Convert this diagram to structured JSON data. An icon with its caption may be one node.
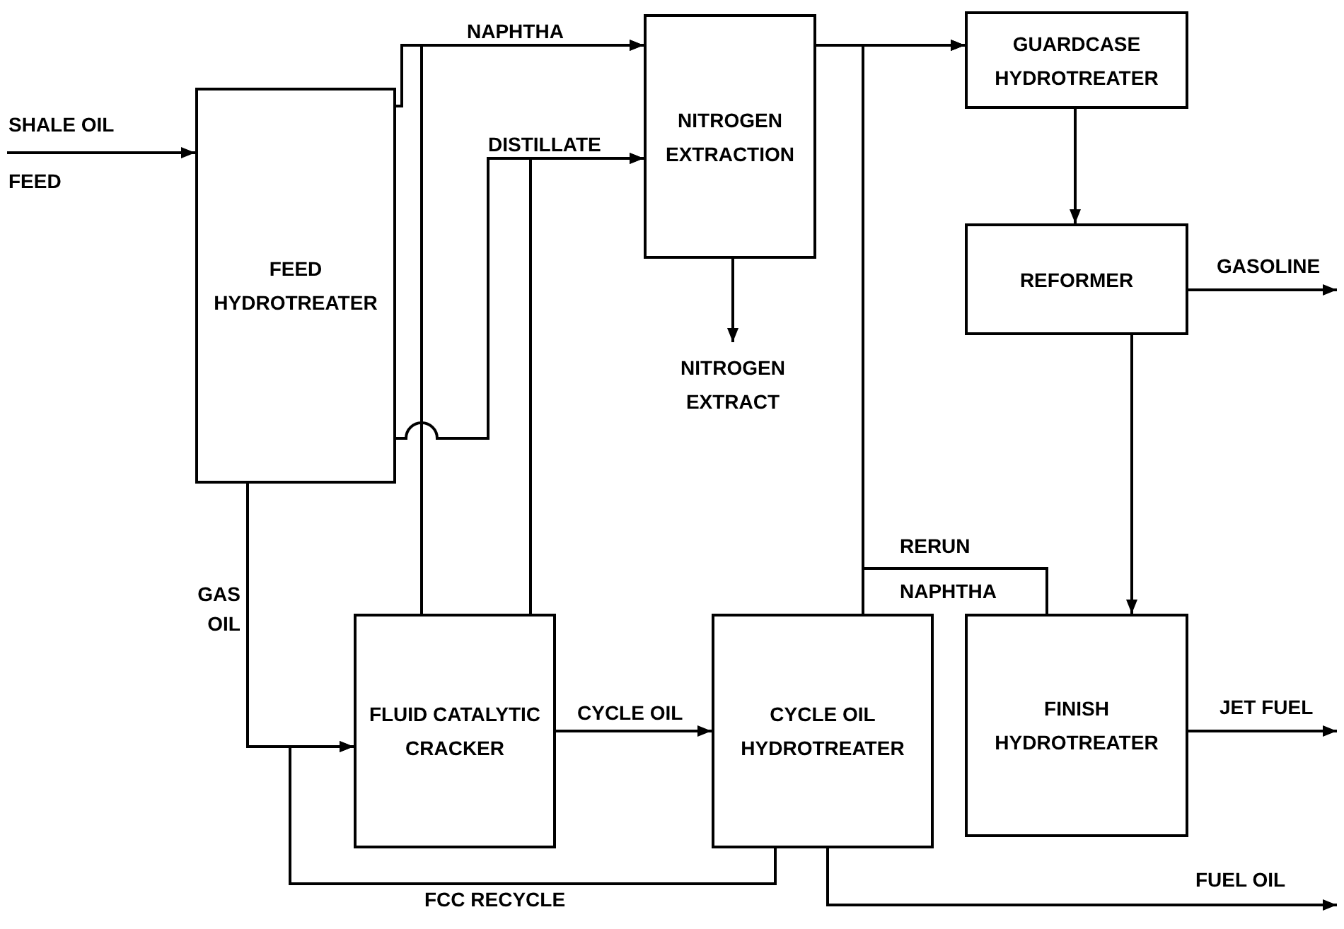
{
  "diagram": {
    "nodes": [
      {
        "text": [
          "FEED HYDROTREATER"
        ]
      },
      {
        "text": [
          "NITROGEN EXTRACTION"
        ]
      },
      {
        "text": [
          "GUARDCASE HYDROTREATER"
        ]
      },
      {
        "text": [
          "REFORMER"
        ]
      },
      {
        "text": [
          "FLUID CATALYTIC CRACKER"
        ]
      },
      {
        "text": [
          "CYCLE OIL HYDROTREATER"
        ]
      },
      {
        "text": [
          "FINISH HYDROTREATER"
        ]
      },
      {
        "text": [
          "NITROGEN EXTRACT"
        ]
      }
    ],
    "edges": [
      {
        "from": null,
        "to": 0,
        "arrow": "to",
        "label": "SHALE OIL FEED"
      },
      {
        "from": 0,
        "to": 1,
        "arrow": "to",
        "label": "NAPHTHA"
      },
      {
        "from": 0,
        "to": 1,
        "arrow": "to",
        "label": "DISTILLATE"
      },
      {
        "from": 4,
        "to": 1,
        "arrow": "to"
      },
      {
        "from": 4,
        "to": 1,
        "arrow": "to"
      },
      {
        "from": 0,
        "to": 4,
        "arrow": "to",
        "label": "GAS OIL"
      },
      {
        "from": 4,
        "to": 5,
        "arrow": "to",
        "label": "CYCLE OIL"
      },
      {
        "from": 5,
        "to": 4,
        "arrow": "to",
        "label": "FCC RECYCLE"
      },
      {
        "from": 5,
        "to": null,
        "arrow": "to",
        "label": "FUEL OIL"
      },
      {
        "from": 1,
        "to": 2,
        "arrow": "to"
      },
      {
        "from": 5,
        "to": 2,
        "arrow": "to"
      },
      {
        "from": 2,
        "to": 3,
        "arrow": "to"
      },
      {
        "from": 3,
        "to": null,
        "arrow": "to",
        "label": "GASOLINE"
      },
      {
        "from": 3,
        "to": 6,
        "arrow": "to"
      },
      {
        "from": 6,
        "to": 2,
        "arrow": "to",
        "label": "RERUN NAPHTHA"
      },
      {
        "from": 6,
        "to": null,
        "arrow": "to",
        "label": "JET FUEL"
      },
      {
        "from": 1,
        "to": 7,
        "arrow": "to"
      }
    ]
  }
}
